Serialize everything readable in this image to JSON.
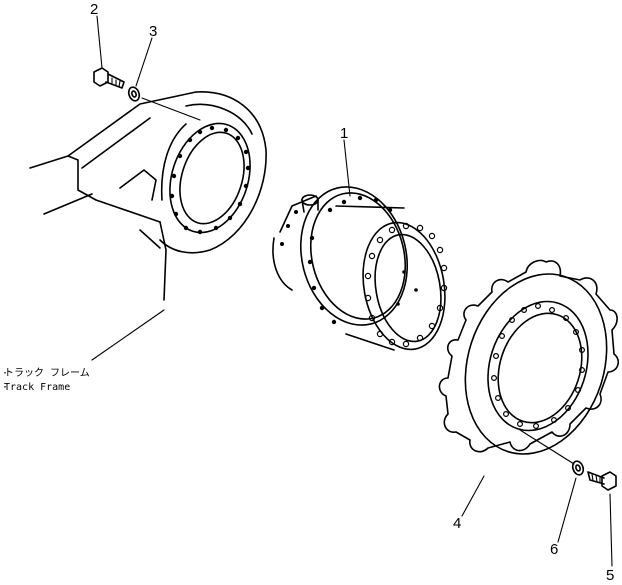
{
  "callouts": [
    {
      "id": "1",
      "label": "1"
    },
    {
      "id": "2",
      "label": "2"
    },
    {
      "id": "3",
      "label": "3"
    },
    {
      "id": "4",
      "label": "4"
    },
    {
      "id": "5",
      "label": "5"
    },
    {
      "id": "6",
      "label": "6"
    }
  ],
  "track_frame": {
    "label_jp": "トラック フレーム",
    "label_en": "Track Frame"
  }
}
